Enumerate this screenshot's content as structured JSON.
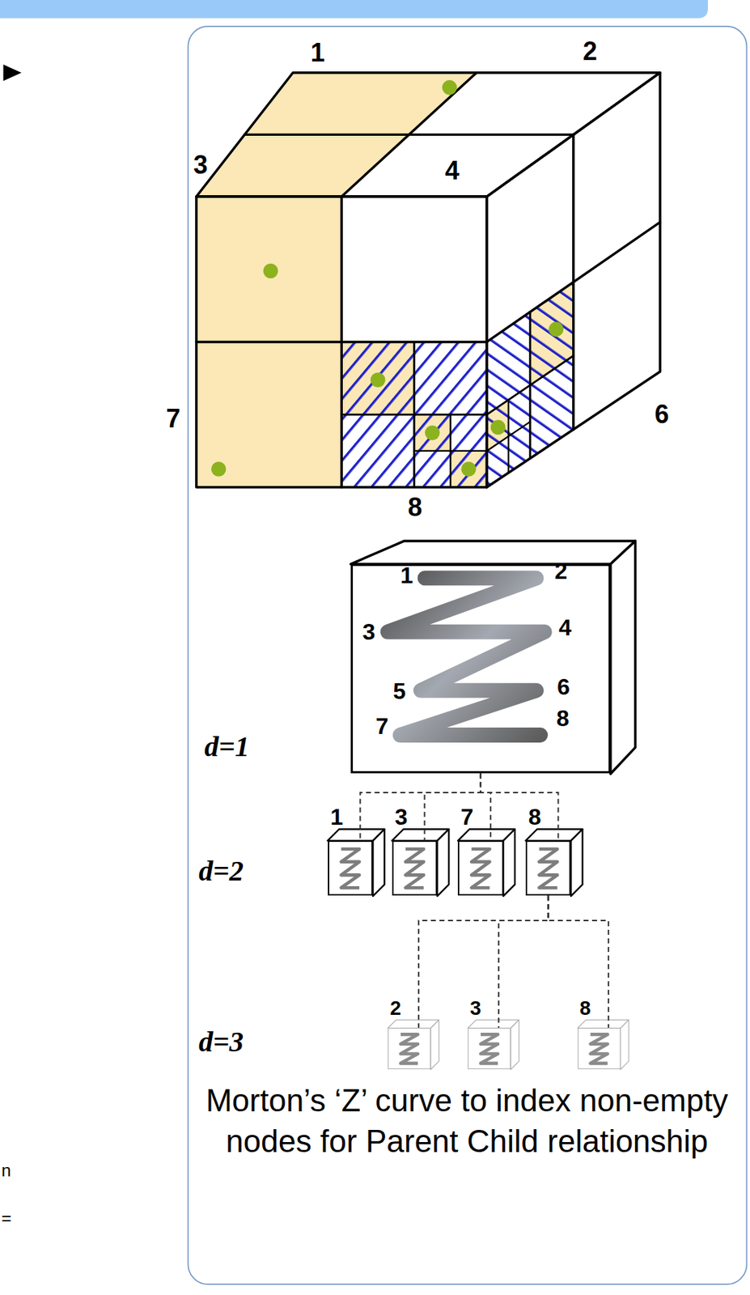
{
  "diagram": {
    "caption": "Morton’s ‘Z’ curve to index non-empty nodes for Parent Child relationship",
    "nodes": [
      {
        "text": [
          "1",
          "2",
          "3",
          "4",
          "5",
          "6",
          "7",
          "8"
        ]
      },
      {
        "text": [
          "1"
        ]
      },
      {
        "text": [
          "3"
        ]
      },
      {
        "text": [
          "7"
        ]
      },
      {
        "text": [
          "8"
        ]
      },
      {
        "text": [
          "2"
        ]
      },
      {
        "text": [
          "3"
        ]
      },
      {
        "text": [
          "8"
        ]
      }
    ],
    "edges": [
      {
        "from": 0,
        "to": 1,
        "arrow": "none"
      },
      {
        "from": 0,
        "to": 2,
        "arrow": "none"
      },
      {
        "from": 0,
        "to": 3,
        "arrow": "none"
      },
      {
        "from": 0,
        "to": 4,
        "arrow": "none"
      },
      {
        "from": 4,
        "to": 5,
        "arrow": "none"
      },
      {
        "from": 4,
        "to": 6,
        "arrow": "none"
      },
      {
        "from": 4,
        "to": 7,
        "arrow": "none"
      }
    ],
    "labels": [
      "1",
      "2",
      "3",
      "4",
      "7",
      "6",
      "8",
      "d=1",
      "d=2",
      "d=3",
      "n",
      "="
    ]
  }
}
